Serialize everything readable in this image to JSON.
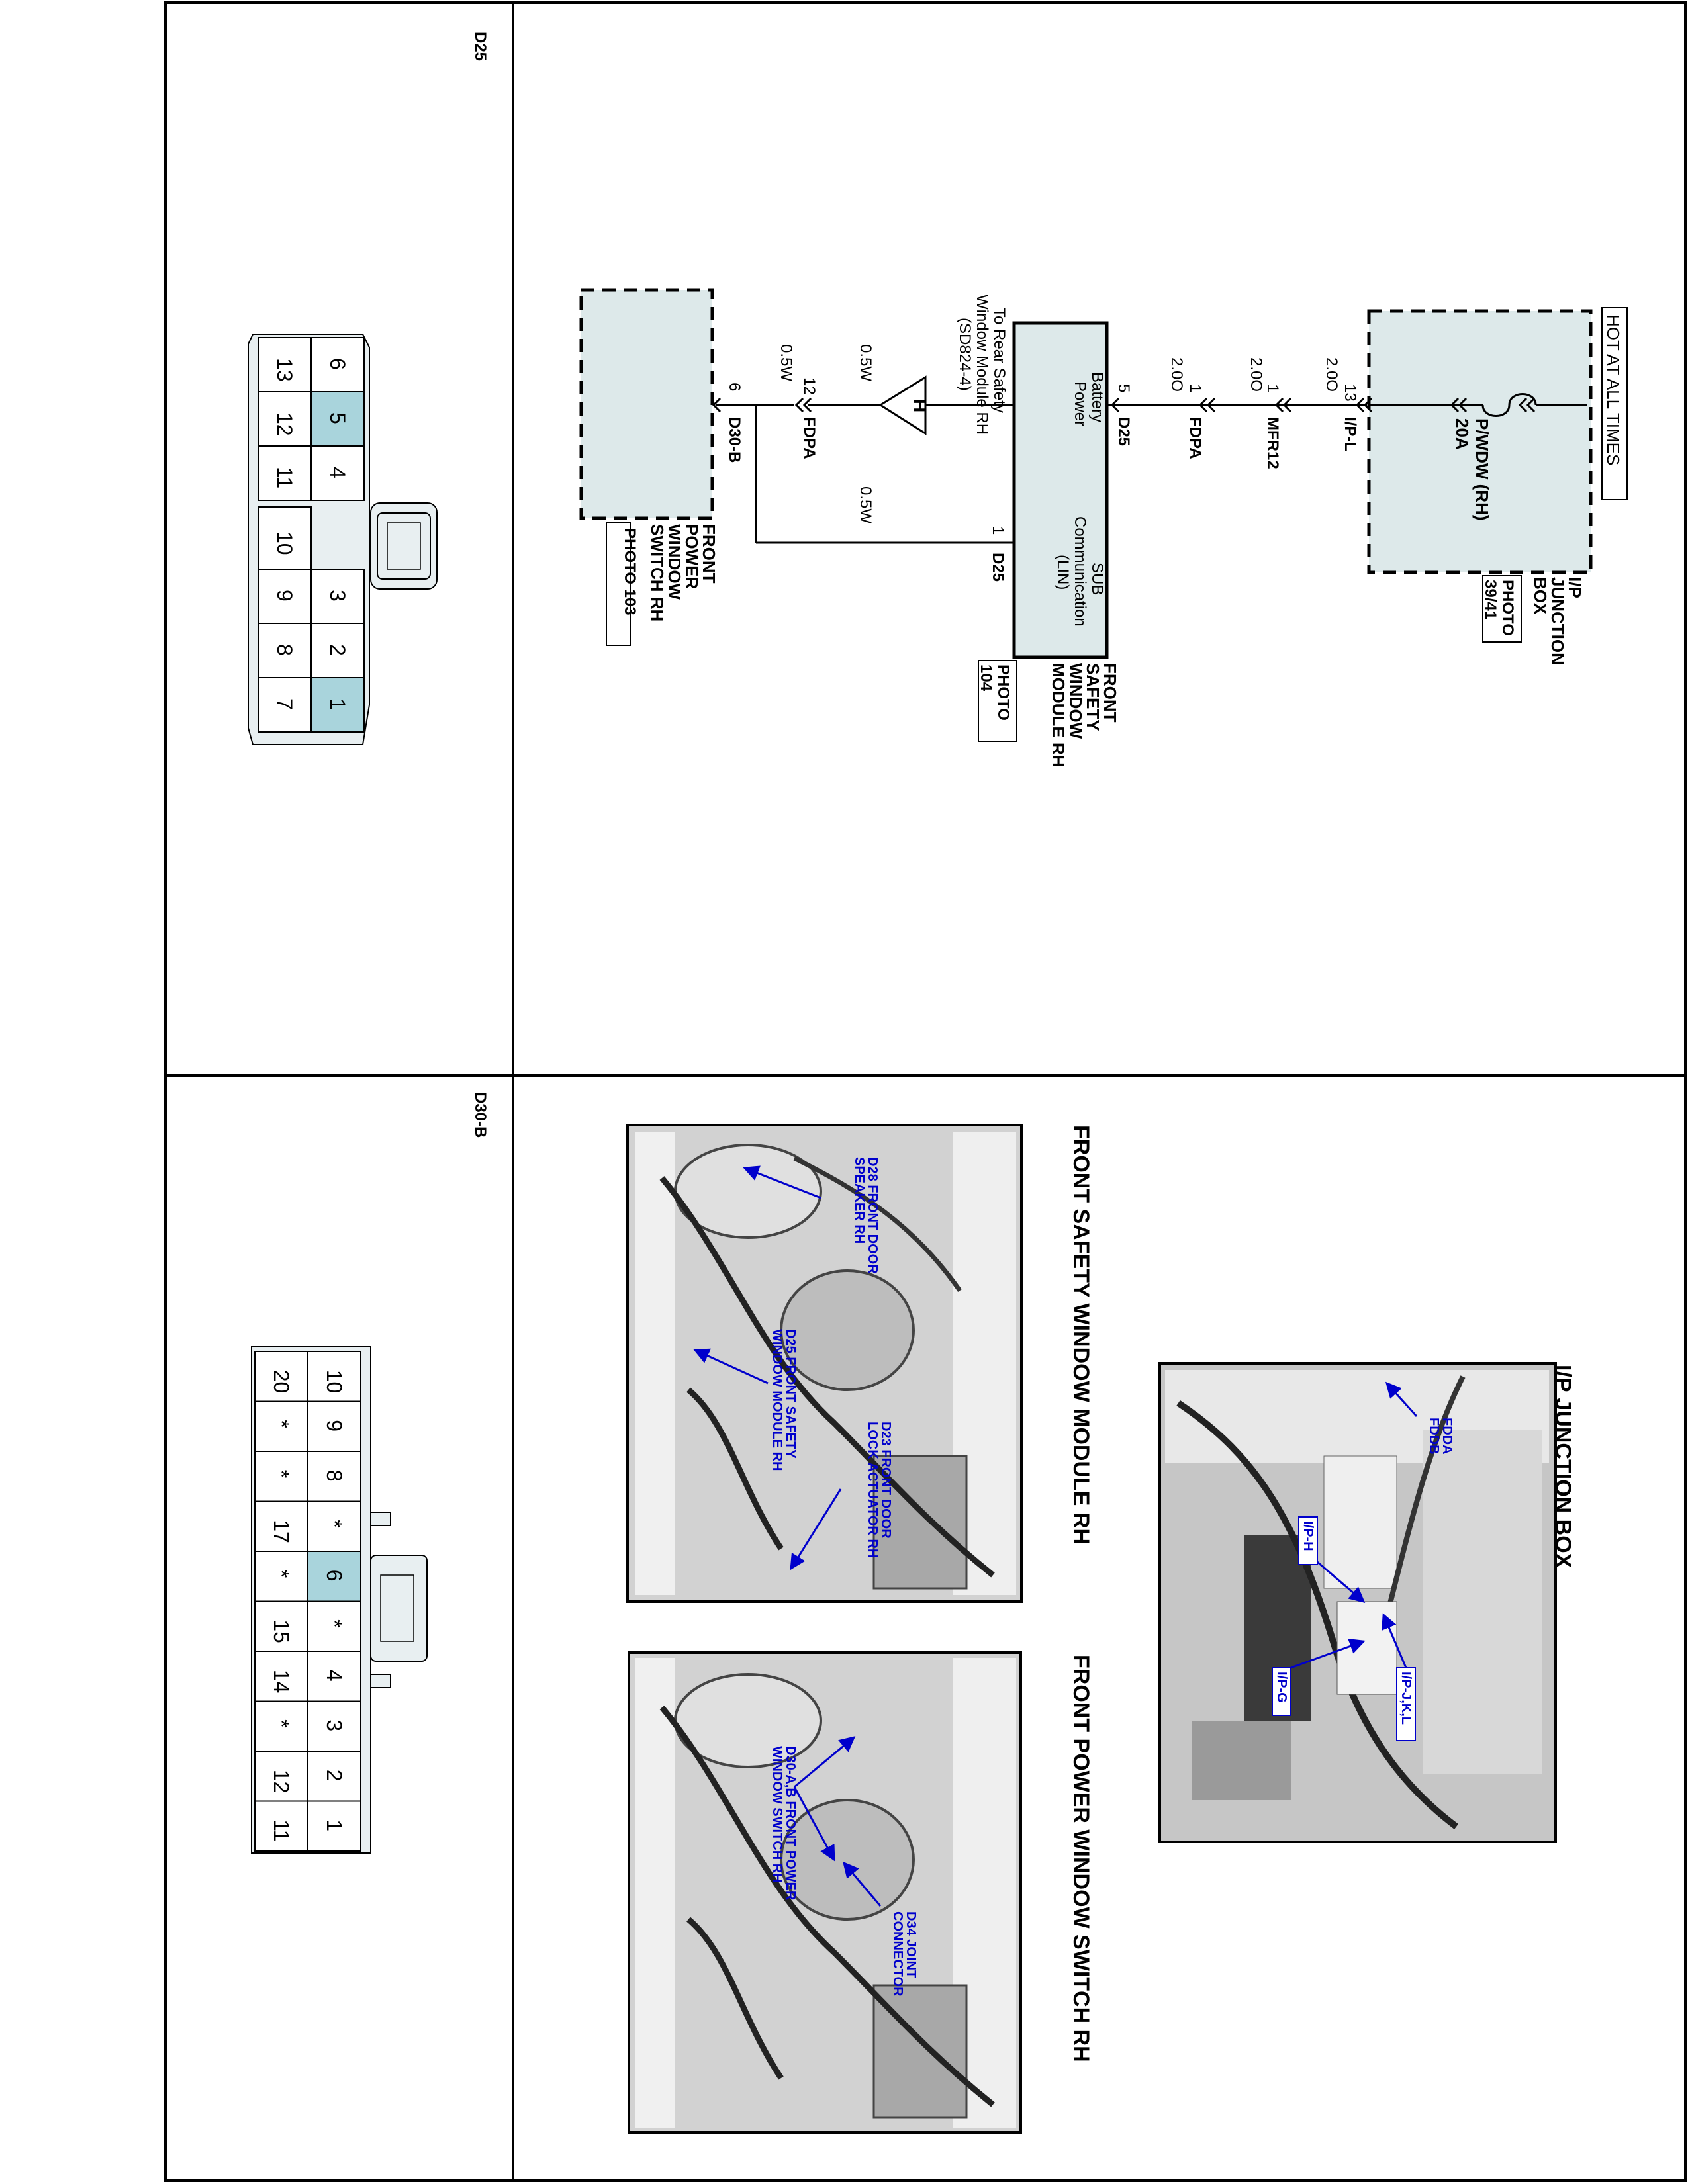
{
  "connectors": {
    "d25": {
      "title": "D25",
      "top_row": [
        "6",
        "5",
        "4",
        "3",
        "2",
        "1"
      ],
      "middle": "10",
      "bottom_row": [
        "13",
        "12",
        "11",
        "9",
        "8",
        "7"
      ],
      "highlighted_pins": [
        "5",
        "1"
      ]
    },
    "d30b": {
      "title": "D30-B",
      "top_row": [
        "10",
        "9",
        "8",
        "*",
        "6",
        "*",
        "4",
        "3",
        "2",
        "1"
      ],
      "bottom_row": [
        "20",
        "*",
        "*",
        "17",
        "*",
        "15",
        "14",
        "*",
        "12",
        "11"
      ],
      "highlighted_pins": [
        "6"
      ]
    }
  },
  "schematic": {
    "hot_label": "HOT AT ALL TIMES",
    "junction_box": {
      "fuse_name": "P/WDW (RH)",
      "fuse_rating": "20A",
      "label_lines": [
        "I/P",
        "JUNCTION",
        "BOX"
      ],
      "photo": [
        "PHOTO",
        "39/41"
      ]
    },
    "wires": [
      {
        "pin": "13",
        "conn": "I/P-L",
        "size": "2.0O"
      },
      {
        "pin": "1",
        "conn": "MFR12",
        "size": "2.0O"
      },
      {
        "pin": "1",
        "conn": "FDPA",
        "size": "2.0O"
      },
      {
        "pin": "5",
        "conn": "D25",
        "size": ""
      }
    ],
    "module": {
      "battery_power": [
        "Battery",
        "Power"
      ],
      "sub_comm": [
        "SUB",
        "Communication",
        "(LIN)"
      ],
      "pin_sub": "1",
      "conn_sub": "D25",
      "label_lines": [
        "FRONT",
        "SAFETY",
        "WINDOW",
        "MODULE RH"
      ],
      "photo": [
        "PHOTO",
        "104"
      ]
    },
    "rear_ref": [
      "To Rear Safety",
      "Window Module RH",
      "(SD824-4)"
    ],
    "h_marker": "H",
    "fdpa_wire": {
      "size_upper": "0.5W",
      "size_lower": "0.5W",
      "pin": "12",
      "conn": "FDPA"
    },
    "lin_wire": {
      "size": "0.5W"
    },
    "switch": {
      "pin": "6",
      "conn": "D30-B",
      "label_lines": [
        "FRONT",
        "POWER",
        "WINDOW",
        "SWITCH RH"
      ],
      "photo": "PHOTO 103"
    }
  },
  "photos": {
    "ip_junction": {
      "title": "I/P JUNCTION BOX",
      "callouts": [
        "FDDA",
        "FDDB",
        "I/P-H",
        "I/P-G",
        "I/P-J,K,L"
      ]
    },
    "safety_module": {
      "title": "FRONT SAFETY WINDOW MODULE RH",
      "callouts": [
        [
          "D28 FRONT DOOR",
          "SPEAKER RH"
        ],
        [
          "D25 FRONT SAFETY",
          "WINDOW MODULE RH"
        ],
        [
          "D23 FRONT DOOR",
          "LOCK ACTUATOR RH"
        ]
      ]
    },
    "power_switch": {
      "title": "FRONT POWER WINDOW SWITCH RH",
      "callouts": [
        [
          "D30-A,B FRONT POWER",
          "WINDOW SWITCH RH"
        ],
        [
          "D34 JOINT",
          "CONNECTOR"
        ]
      ]
    }
  },
  "colors": {
    "highlight": "#a9d4dc",
    "module_fill": "#dde9ea",
    "callout": "#0000cc",
    "photo_bg": "#c8c8c8"
  }
}
